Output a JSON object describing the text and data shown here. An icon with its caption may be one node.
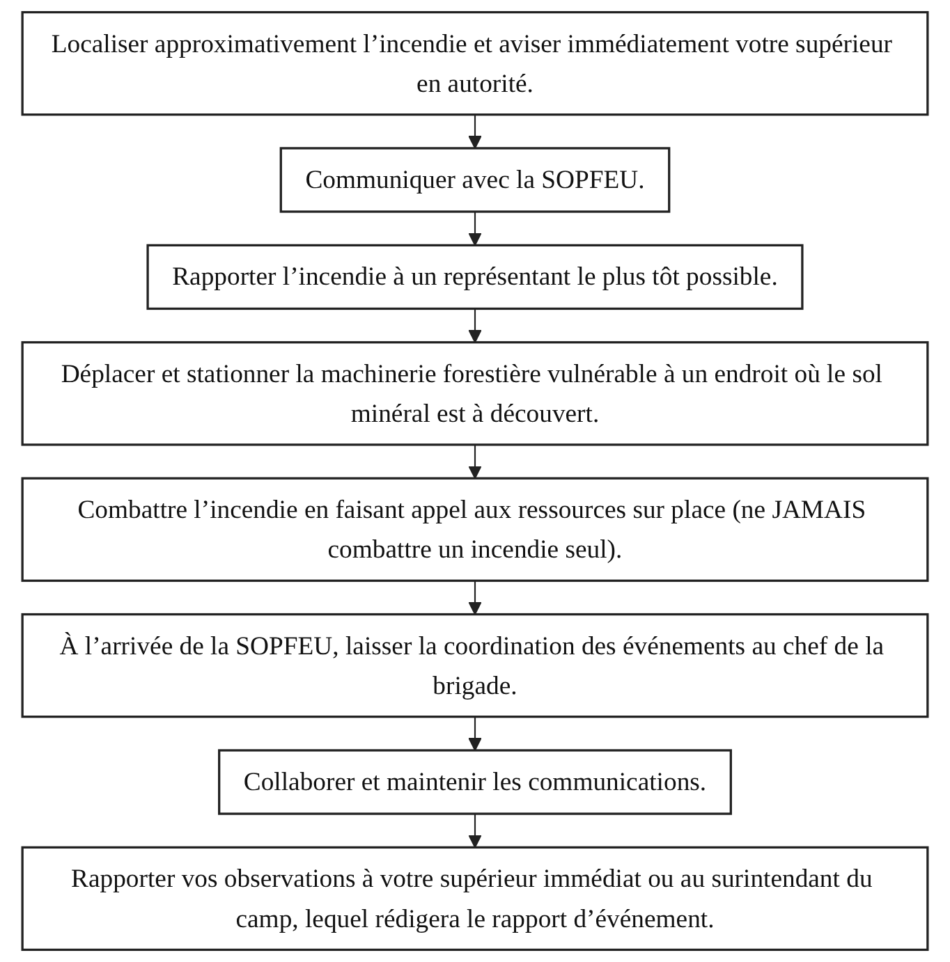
{
  "diagram": {
    "nodes": [
      {
        "text": [
          "Localiser approximativement l’incendie et aviser immédiatement votre supérieur en autorité."
        ]
      },
      {
        "text": [
          "Communiquer avec la SOPFEU."
        ]
      },
      {
        "text": [
          "Rapporter l’incendie à un représentant le plus tôt possible."
        ]
      },
      {
        "text": [
          "Déplacer et stationner la machinerie forestière vulnérable à un endroit où le sol minéral est à découvert."
        ]
      },
      {
        "text": [
          "Combattre l’incendie en faisant appel aux ressources sur place (ne JAMAIS combattre un incendie seul)."
        ]
      },
      {
        "text": [
          "À l’arrivée de la SOPFEU, laisser la coordination des événements au chef de la brigade."
        ]
      },
      {
        "text": [
          "Collaborer et maintenir les communications."
        ]
      },
      {
        "text": [
          "Rapporter vos observations à votre supérieur immédiat ou au surintendant du camp, lequel rédigera le rapport d’événement."
        ]
      }
    ],
    "edges": [
      {
        "from": 0,
        "to": 1,
        "arrow": "to"
      },
      {
        "from": 1,
        "to": 2,
        "arrow": "to"
      },
      {
        "from": 2,
        "to": 3,
        "arrow": "to"
      },
      {
        "from": 3,
        "to": 4,
        "arrow": "to"
      },
      {
        "from": 4,
        "to": 5,
        "arrow": "to"
      },
      {
        "from": 5,
        "to": 6,
        "arrow": "to"
      },
      {
        "from": 6,
        "to": 7,
        "arrow": "to"
      }
    ]
  }
}
